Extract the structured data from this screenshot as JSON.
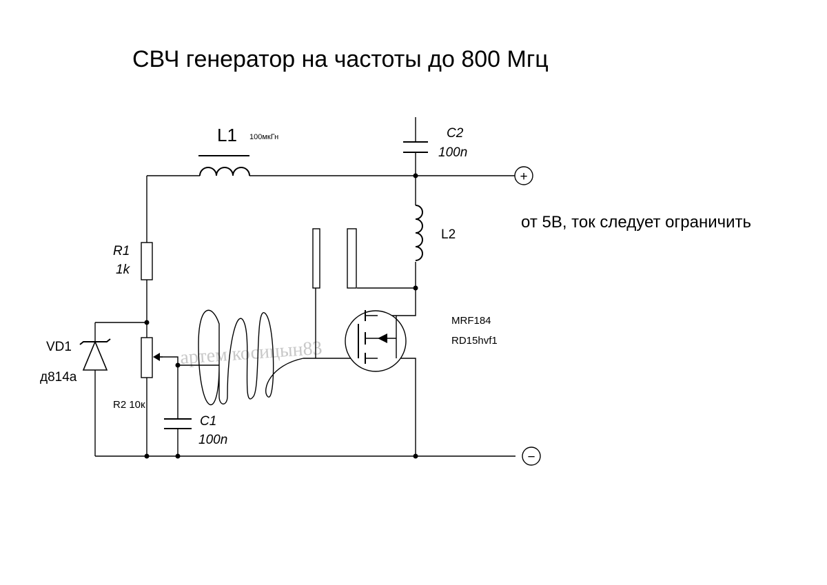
{
  "title": "СВЧ генератор на частоты до 800 Мгц",
  "supply_note": "от 5В, ток следует ограничить",
  "terminals": {
    "plus": "+",
    "minus": "−"
  },
  "components": {
    "L1": {
      "ref": "L1",
      "value": "100мкГн"
    },
    "L2": {
      "ref": "L2"
    },
    "C1": {
      "ref": "C1",
      "value": "100n"
    },
    "C2": {
      "ref": "C2",
      "value": "100n"
    },
    "R1": {
      "ref": "R1",
      "value": "1k"
    },
    "R2": {
      "label": "R2 10к"
    },
    "VD1": {
      "ref": "VD1",
      "value": "д814а"
    },
    "Q1": {
      "part1": "MRF184",
      "part2": "RD15hvf1"
    }
  },
  "watermark": "артем косицын83"
}
